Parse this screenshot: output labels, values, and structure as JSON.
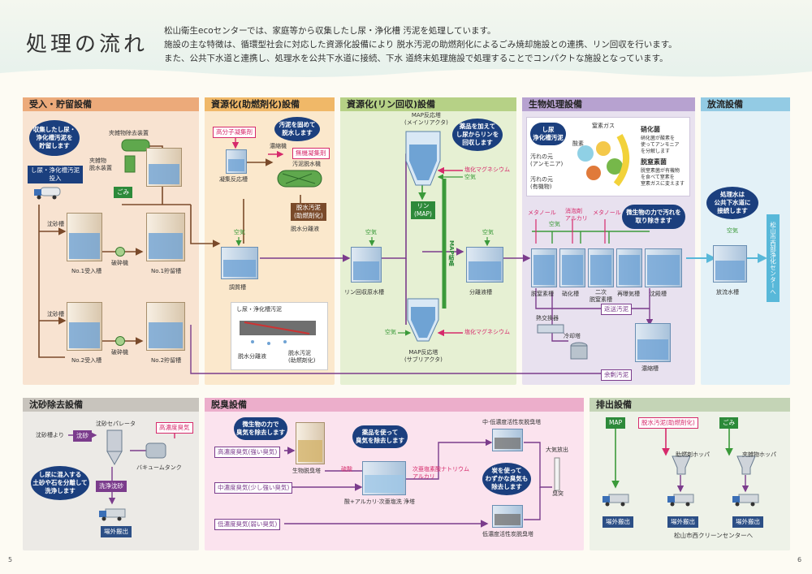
{
  "header": {
    "title": "処理の流れ",
    "intro": [
      "松山衛生ecoセンターでは、家庭等から収集したし尿・浄化槽 汚泥を処理しています。",
      "施設の主な特徴は、循環型社会に対応した資源化設備により 脱水汚泥の助燃剤化によるごみ焼却施設との連携、リン回収を行います。",
      "また、公共下水道と連携し、処理水を公共下水道に接続、下水 道終末処理施設で処理することでコンパクトな施設となっています。"
    ]
  },
  "sections": {
    "receiving": "受入・貯留設備",
    "fuel": "資源化(助燃剤化)設備",
    "phosphorus": "資源化(リン回収)設備",
    "bio": "生物処理設備",
    "discharge": "放流設備",
    "grit": "沈砂除去設備",
    "deodor": "脱臭設備",
    "outflow": "排出設備"
  },
  "receiving": {
    "bubble": "収集したし尿・\n浄化槽汚泥を\n貯留します",
    "sludge_in": "し尿・浄化槽汚泥\n投入",
    "screen": "夾雑物除去装置",
    "dewater": "夾雑物\n脱水装置",
    "garbage": "ごみ",
    "grit_pit": "沈砂槽",
    "crusher": "破砕機",
    "no1_accept": "No.1受入槽",
    "no1_store": "No.1貯留槽",
    "no2_accept": "No.2受入槽",
    "no2_store": "No.2貯留槽"
  },
  "fuel": {
    "bubble": "汚泥を固めて\n脱水します",
    "polymer": "高分子凝集剤",
    "inorganic": "無機凝集剤",
    "thickener": "濃縮機",
    "dewaterer": "汚泥脱水機",
    "coag_tank": "凝集反応槽",
    "cake": "脱水汚泥\n(助燃剤化)",
    "filtrate": "脱水分離液",
    "air": "空気",
    "adjust": "調質槽",
    "detail_title": "し尿・浄化槽汚泥",
    "detail_a": "脱水分離液",
    "detail_b": "脱水汚泥\n(助燃剤化)"
  },
  "phos": {
    "reactor_top": "MAP反応塔\n(メインリアクタ)",
    "reactor_bottom": "MAP反応塔\n(サブリアクタ)",
    "bubble": "薬品を加えて\nし尿からリンを\n回収します",
    "mg": "塩化マグネシウム",
    "air": "空気",
    "rin": "リン\n(MAP)",
    "crystal": "MAP結晶",
    "raw_tank": "リン回収原水槽",
    "sep_tank": "分離液槽",
    "air2": "空気"
  },
  "bio": {
    "header_left": "し尿\n浄化槽汚泥",
    "nh": "汚れの元\n(アンモニア)",
    "organic": "汚れの元\n(有機物)",
    "air_gas": "窒素ガス",
    "oxygen": "酸素",
    "nitri_title": "硝化菌",
    "nitri_desc": "硝化菌が酸素を\n使ってアンモニア\nを分解します",
    "denitri_title": "脱窒素菌",
    "denitri_desc": "脱窒素菌が有機物\nを食べて窒素を\n窒素ガスに変えます",
    "methanol1": "メタノール",
    "defoam": "消泡剤\nアルカリ",
    "methanol2": "メタノール",
    "air": "空気",
    "bubble": "微生物の力で汚れを\n取り除きます",
    "tank_names": [
      "脱窒素槽",
      "硝化槽",
      "二次\n脱窒素槽",
      "再曝気槽",
      "沈殿槽"
    ],
    "return": "返送汚泥",
    "hx": "熱交換器",
    "cooling": "冷却塔",
    "thick_tank": "濃縮槽",
    "surplus": "余剰汚泥"
  },
  "discharge": {
    "bubble": "処理水は\n公共下水道に\n接続します",
    "air": "空気",
    "tank": "放流水槽",
    "to": "松山市西部浄化センターへ"
  },
  "grit": {
    "from": "沈砂槽より",
    "separator": "沈砂セパレータ",
    "grit": "沈砂",
    "high": "高濃度臭気",
    "vacuum": "バキュームタンク",
    "bubble": "し尿に混入する\n土砂や石を分離して\n洗浄します",
    "wash": "洗浄沈砂",
    "out": "場外搬出"
  },
  "deodor": {
    "bubble1": "微生物の力で\n臭気を除去します",
    "bio_tower": "生物脱臭塔",
    "bubble2": "薬品を使って\n臭気を除去します",
    "high": "高濃度臭気(強い臭気)",
    "mid": "中濃度臭気(少し強い臭気)",
    "low": "低濃度臭気(弱い臭気)",
    "sulfuric": "硫酸",
    "hypo": "次亜塩素酸ナトリウム\nアルカリ",
    "chem_tower": "酸+アルカリ·次亜塩洗 浄塔",
    "mid_ac": "中·低濃度活性炭脱臭塔",
    "low_ac": "低濃度活性炭脱臭塔",
    "bubble3": "炭を使って\nわずかな臭気も\n除去します",
    "atmos": "大気放出",
    "stack": "臭突"
  },
  "outflow": {
    "map": "MAP",
    "cake": "脱水汚泥(助燃剤化)",
    "garbage": "ごみ",
    "hopper1": "助燃剤ホッパ",
    "hopper2": "夾雑物ホッパ",
    "out1": "場外搬出",
    "out2": "場外搬出",
    "out3": "場外搬出",
    "dest": "松山市西クリーンセンターへ"
  },
  "pages": {
    "left": "5",
    "right": "6"
  },
  "colors": {
    "navy": "#1b3f7e",
    "pink": "#d62a6b",
    "green": "#3b9a3a",
    "brown": "#7a4a2a",
    "purple": "#7b3c8c",
    "cyan": "#58b8d9"
  }
}
